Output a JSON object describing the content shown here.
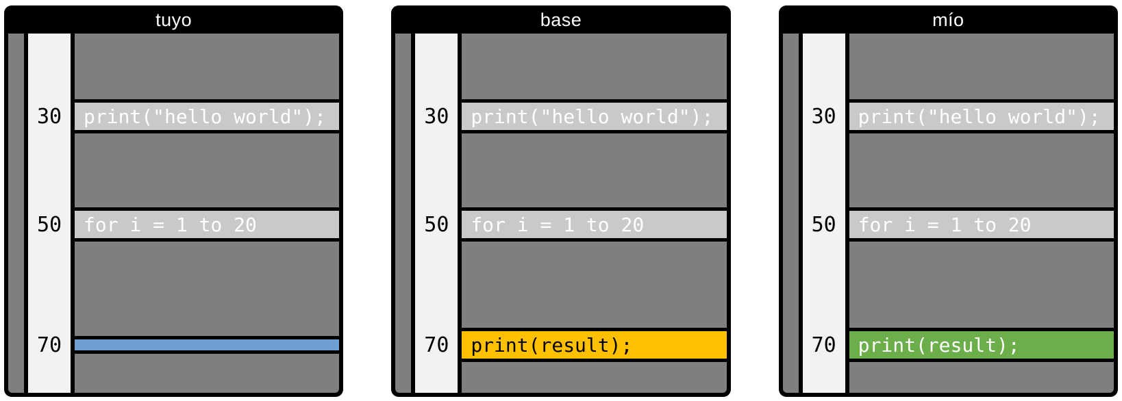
{
  "diagram": {
    "description": "three-way merge comparison of three file versions",
    "colors": {
      "panel_frame": "#000000",
      "code_background": "#7f7f7f",
      "unchanged_highlight": "#c9c9c9",
      "gutter_background": "#f2f2f2",
      "deleted_line_blue": "#6f9fd0",
      "base_conflict_orange": "#ffc000",
      "mine_change_green": "#6cae4a",
      "title_text": "#ffffff"
    }
  },
  "panels": [
    {
      "title": "tuyo",
      "lines": [
        {
          "number": "30",
          "text": "print(\"hello world\");",
          "state": "unchanged"
        },
        {
          "number": "50",
          "text": "for i = 1 to 20",
          "state": "unchanged"
        },
        {
          "number": "70",
          "text": "",
          "state": "deleted"
        }
      ]
    },
    {
      "title": "base",
      "lines": [
        {
          "number": "30",
          "text": "print(\"hello world\");",
          "state": "unchanged"
        },
        {
          "number": "50",
          "text": "for i = 1 to 20",
          "state": "unchanged"
        },
        {
          "number": "70",
          "text": "print(result);",
          "state": "base-conflict"
        }
      ]
    },
    {
      "title": "mío",
      "lines": [
        {
          "number": "30",
          "text": "print(\"hello world\");",
          "state": "unchanged"
        },
        {
          "number": "50",
          "text": "for i = 1 to 20",
          "state": "unchanged"
        },
        {
          "number": "70",
          "text": "print(result);",
          "state": "mine-change"
        }
      ]
    }
  ]
}
